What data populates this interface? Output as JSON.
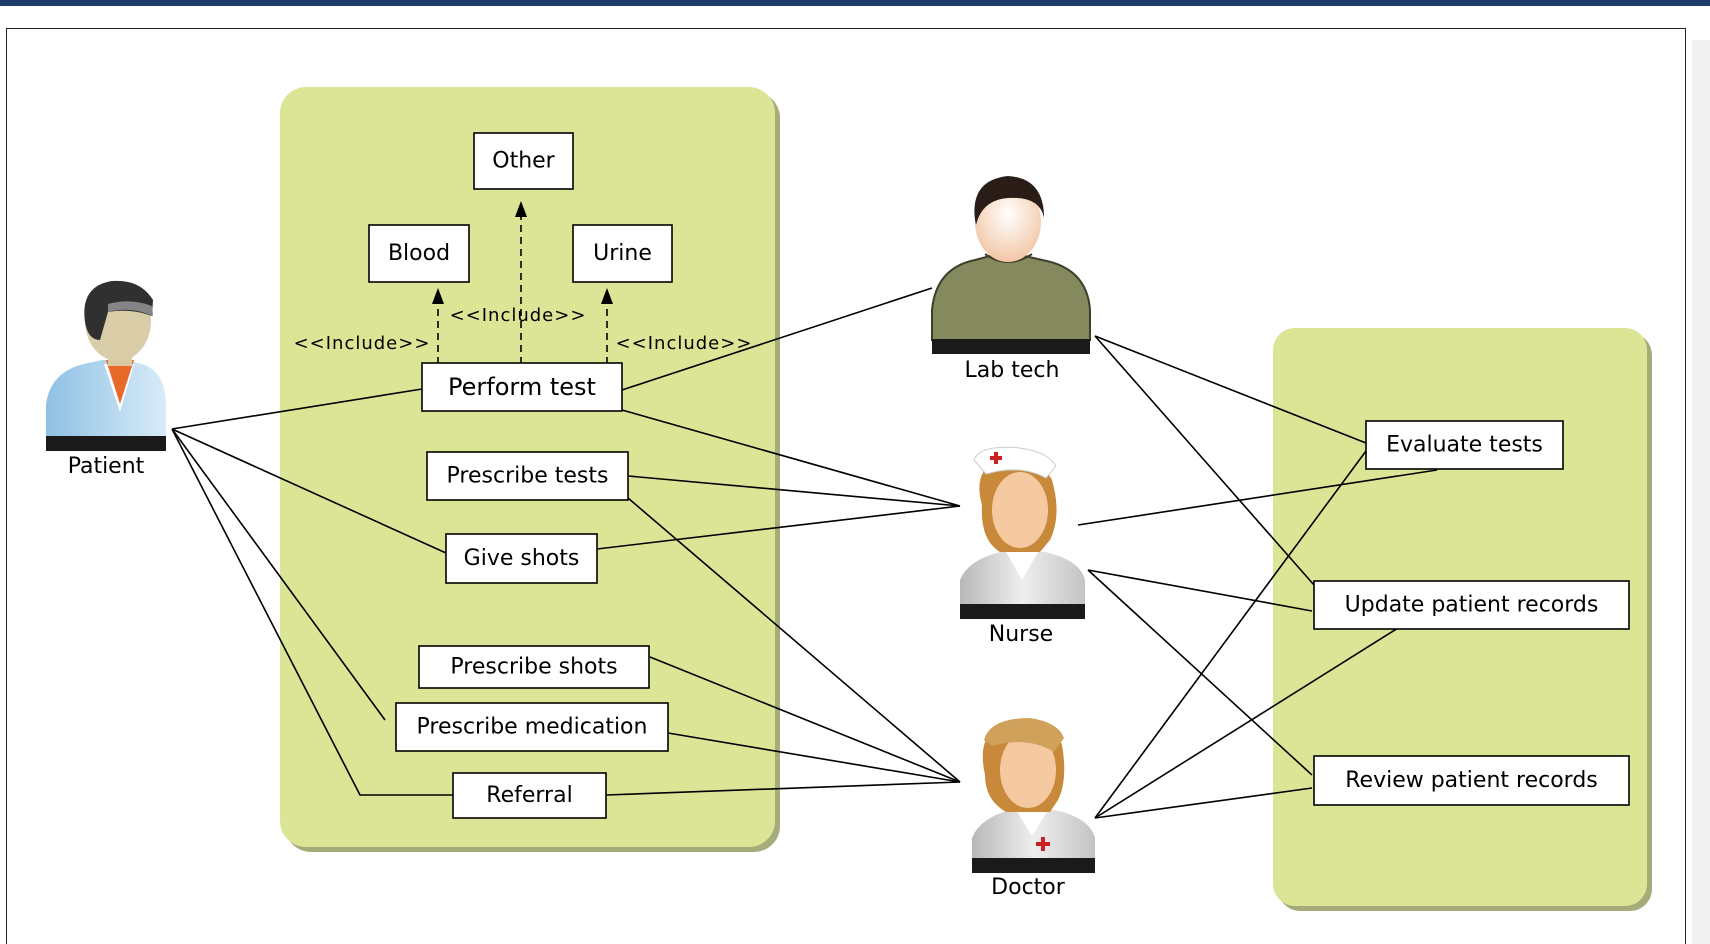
{
  "actors": {
    "patient": "Patient",
    "lab_tech": "Lab tech",
    "nurse": "Nurse",
    "doctor": "Doctor"
  },
  "use_cases": {
    "other": "Other",
    "blood": "Blood",
    "urine": "Urine",
    "perform_test": "Perform test",
    "prescribe_tests": "Prescribe tests",
    "give_shots": "Give shots",
    "prescribe_shots": "Prescribe shots",
    "prescribe_medication": "Prescribe medication",
    "referral": "Referral",
    "evaluate_tests": "Evaluate tests",
    "update_patient_records": "Update patient records",
    "review_patient_records": "Review patient records"
  },
  "include_label": "<<Include>>",
  "colors": {
    "panel": "#dce596",
    "panel_shadow": "#a6ac79",
    "top_bar": "#1d3a6b"
  }
}
